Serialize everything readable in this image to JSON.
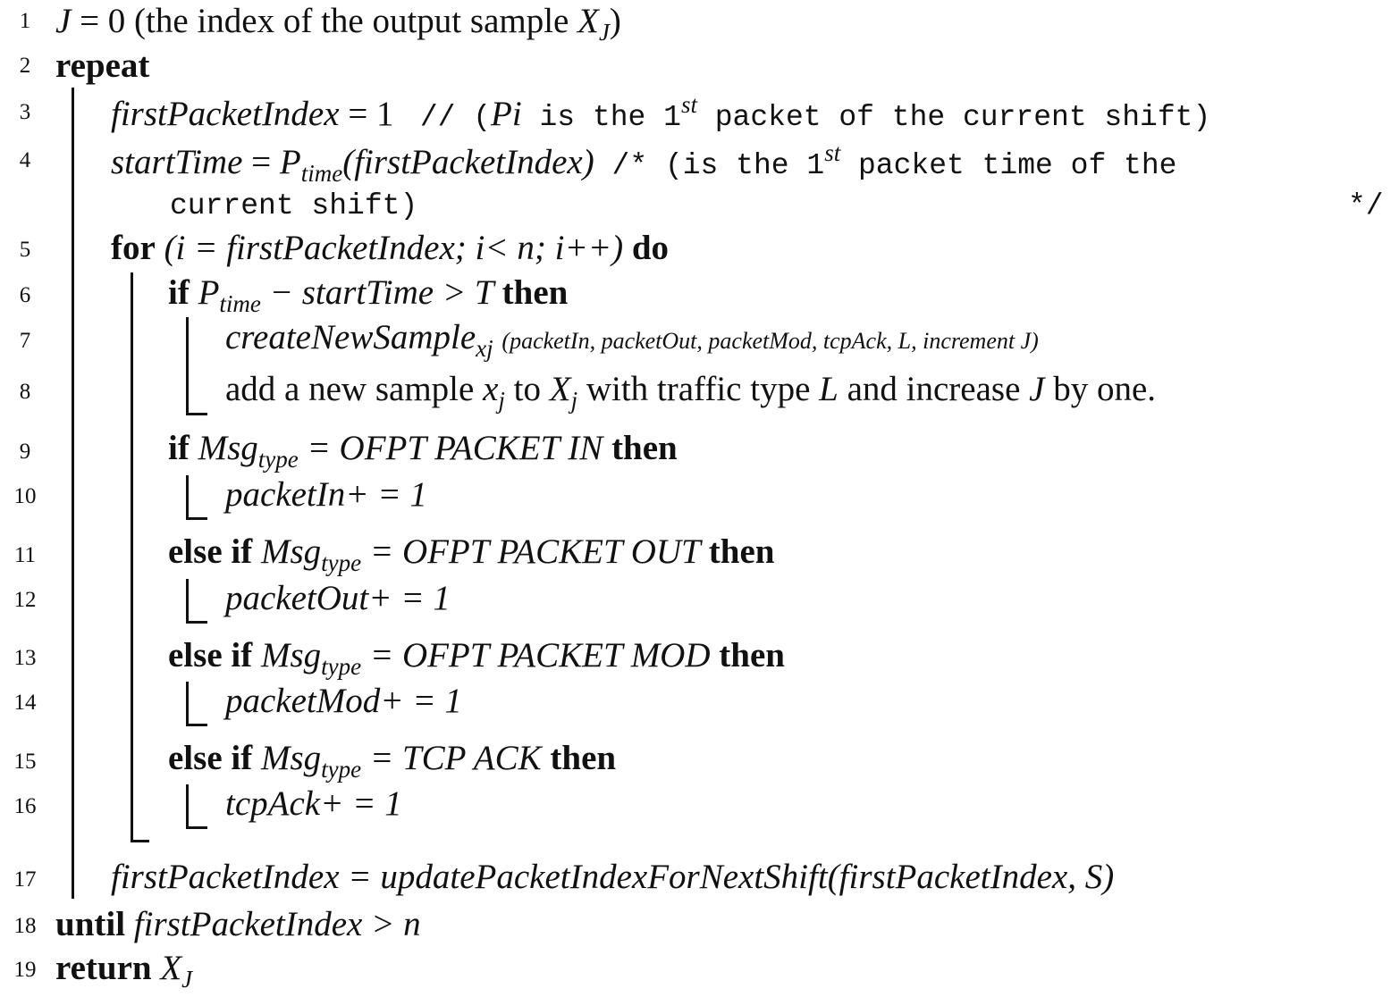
{
  "lines": [
    {
      "num": "1",
      "text": {
        "a": "J",
        "b": " = 0 (the index of the output sample ",
        "c": "X",
        "d": "J",
        "e": ")"
      }
    },
    {
      "num": "2",
      "kw": "repeat"
    },
    {
      "num": "3",
      "var": "firstPacketIndex",
      "eq": " = 1",
      "comment": "// (",
      "c2": "Pi",
      "c3": " is the 1",
      "sup": "st",
      "c4": " packet of the current shift)"
    },
    {
      "num": "4",
      "var": "startTime",
      "eq": " = ",
      "fn": "P",
      "sub": "time",
      "arg": "(firstPacketIndex)",
      "comment": " /* (is the 1",
      "sup": "st",
      "c2": " packet time of the",
      "cont": "current shift)",
      "end": "*/"
    },
    {
      "num": "5",
      "kw": "for",
      "mid": " (i = firstPacketIndex; i< n; i++) ",
      "kw2": "do"
    },
    {
      "num": "6",
      "kw": "if",
      "fn": " P",
      "sub": "time",
      "mid": " − startTime > T ",
      "kw2": "then"
    },
    {
      "num": "7",
      "fn": "createNewSample",
      "sub": "xj",
      "args": "(packetIn, packetOut, packetMod, tcpAck, L, increment J)"
    },
    {
      "num": "8",
      "a": "add a new sample ",
      "b": "x",
      "bs": "j",
      "c": " to ",
      "d": "X",
      "ds": "j",
      "e": " with traffic type ",
      "f": "L",
      "g": " and increase ",
      "h": "J",
      "i": " by one."
    },
    {
      "num": "9",
      "kw": "if",
      "fn": " Msg",
      "sub": "type",
      "mid": " = OFPT PACKET IN ",
      "kw2": "then"
    },
    {
      "num": "10",
      "stmt": "packetIn+ = 1"
    },
    {
      "num": "11",
      "kw": "else if",
      "fn": " Msg",
      "sub": "type",
      "mid": " = OFPT PACKET OUT ",
      "kw2": "then"
    },
    {
      "num": "12",
      "stmt": "packetOut+ = 1"
    },
    {
      "num": "13",
      "kw": "else if",
      "fn": " Msg",
      "sub": "type",
      "mid": " = OFPT PACKET MOD ",
      "kw2": "then"
    },
    {
      "num": "14",
      "stmt": "packetMod+ = 1"
    },
    {
      "num": "15",
      "kw": "else if",
      "fn": " Msg",
      "sub": "type",
      "mid": " = TCP ACK ",
      "kw2": "then"
    },
    {
      "num": "16",
      "stmt": "tcpAck+ = 1"
    },
    {
      "num": "17",
      "stmt": "firstPacketIndex = updatePacketIndexForNextShift(firstPacketIndex, S)"
    },
    {
      "num": "18",
      "kw": "until",
      "mid": " firstPacketIndex > n"
    },
    {
      "num": "19",
      "kw": "return",
      "fn": " X",
      "sub": "J"
    }
  ]
}
